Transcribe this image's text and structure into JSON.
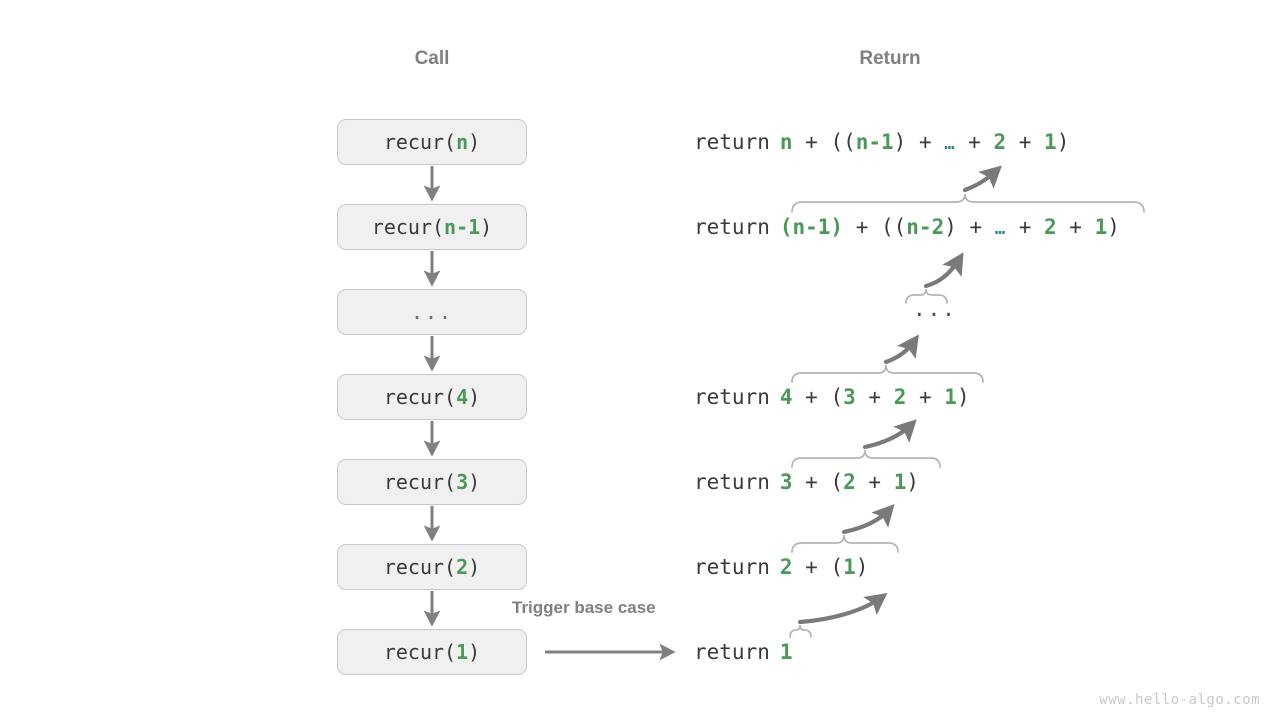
{
  "columns": {
    "call_title": "Call",
    "return_title": "Return"
  },
  "call_stack": [
    {
      "prefix": "recur(",
      "arg": "n",
      "suffix": ")",
      "kind": "code"
    },
    {
      "prefix": "recur(",
      "arg": "n-1",
      "suffix": ")",
      "kind": "code"
    },
    {
      "prefix": "",
      "arg": "...",
      "suffix": "",
      "kind": "dots"
    },
    {
      "prefix": "recur(",
      "arg": "4",
      "suffix": ")",
      "kind": "code"
    },
    {
      "prefix": "recur(",
      "arg": "3",
      "suffix": ")",
      "kind": "code"
    },
    {
      "prefix": "recur(",
      "arg": "2",
      "suffix": ")",
      "kind": "code"
    },
    {
      "prefix": "recur(",
      "arg": "1",
      "suffix": ")",
      "kind": "code"
    }
  ],
  "returns": [
    {
      "keyword": "return",
      "expression": "n + ((n-1) + … + 2 + 1)"
    },
    {
      "keyword": "return",
      "expression": "(n-1) + ((n-2) + … + 2 + 1)"
    },
    {
      "keyword": "",
      "expression": "..."
    },
    {
      "keyword": "return",
      "expression": "4 + (3 + 2 + 1)"
    },
    {
      "keyword": "return",
      "expression": "3 + (2 + 1)"
    },
    {
      "keyword": "return",
      "expression": "2 + (1)"
    },
    {
      "keyword": "return",
      "expression": "1"
    }
  ],
  "annotation": {
    "base_case_label": "Trigger base case"
  },
  "watermark": "www.hello-algo.com",
  "colors": {
    "green": "#4a9a57",
    "teal": "#2a8a8a",
    "gray_text": "#808080",
    "code_text": "#3a3a3a",
    "box_fill": "#f0f0f0",
    "box_border": "#c9c9c9",
    "arrow": "#808080",
    "brace": "#b5b5b5",
    "watermark": "#c9c9c9"
  }
}
